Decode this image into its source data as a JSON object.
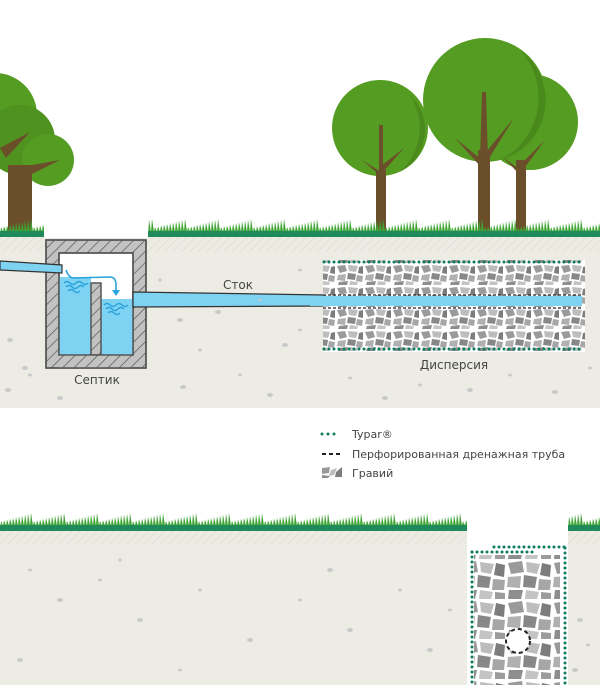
{
  "labels": {
    "septic": "Септик",
    "outflow": "Сток",
    "dispersion": "Дисперсия"
  },
  "legend": {
    "items": [
      {
        "symbol": "green-dotted-line",
        "label": "Typar®"
      },
      {
        "symbol": "black-dashed-line",
        "label": "Перфорированная дренажная труба"
      },
      {
        "symbol": "gravel-swatch",
        "label": "Гравий"
      }
    ]
  },
  "colors": {
    "soil": "#edece4",
    "grass_dark": "#1f8a5a",
    "grass_light": "#3fa535",
    "tree_canopy": "#559c22",
    "tree_canopy_shade": "#4a8a1c",
    "tree_trunk": "#6b4f2a",
    "water": "#7ed3f2",
    "water_wave": "#2aa3dc",
    "concrete": "#b7b7b7",
    "typar": "#0e7a5e",
    "pipe_outline": "#333333"
  }
}
